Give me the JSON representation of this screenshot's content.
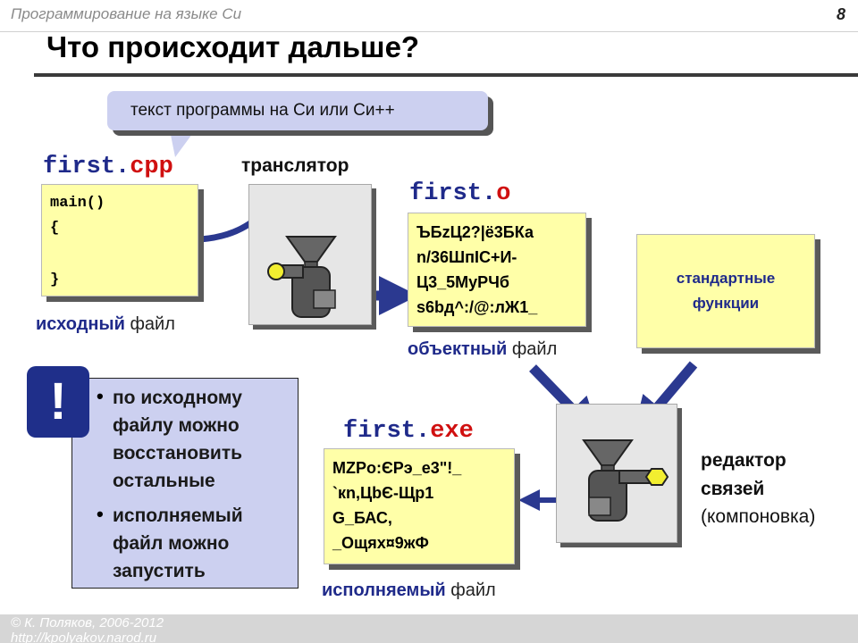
{
  "header": {
    "course_title": "Программирование на языке Си",
    "page_number": "8",
    "slide_title": "Что происходит дальше?"
  },
  "callout": {
    "text": "текст программы на Си или Си++"
  },
  "source": {
    "file_base": "first.",
    "file_ext": "cpp",
    "code_lines": [
      "main()",
      "{",
      "}"
    ],
    "caption_key": "исходный",
    "caption_rest": " файл"
  },
  "translator": {
    "label": "транслятор"
  },
  "object": {
    "file_base": "first.",
    "file_ext": "o",
    "lines": [
      "ЪБzЦ2?|ё3БКа",
      "n/36ШпIC+И-",
      "Ц3_5МуРЧб",
      "s6bд^:/@:лЖ1_"
    ],
    "caption_key": "объектный",
    "caption_rest": " файл"
  },
  "std_functions": {
    "lines": [
      "стандартные",
      "функции"
    ]
  },
  "info": {
    "exclamation": "!",
    "bullet_symbol": "•",
    "bullets": [
      [
        "по исходному",
        "файлу можно",
        "восстановить",
        "остальные"
      ],
      [
        "исполняемый",
        "файл можно",
        "запустить"
      ]
    ]
  },
  "executable": {
    "file_base": "first.",
    "file_ext": "exe",
    "lines": [
      "MZPo:ЄРэ_е3\"!_",
      "`кn,ЦbЄ-Щр1",
      "G_БАС,",
      "_Ощях¤9жФ"
    ],
    "caption_key": "исполняемый",
    "caption_rest": " файл"
  },
  "linker": {
    "label_line1": "редактор",
    "label_line2": "связей",
    "label_line3": "(компоновка)"
  },
  "footer": {
    "copyright": "© К. Поляков, 2006-2012",
    "url": "http://kpolyakov.narod.ru"
  },
  "colors": {
    "accent_blue": "#1f2a8a",
    "extension_red": "#d01010",
    "note_yellow": "#ffffa8",
    "callout_lavender": "#ccd0f0",
    "arrow_blue": "#2b3990"
  }
}
